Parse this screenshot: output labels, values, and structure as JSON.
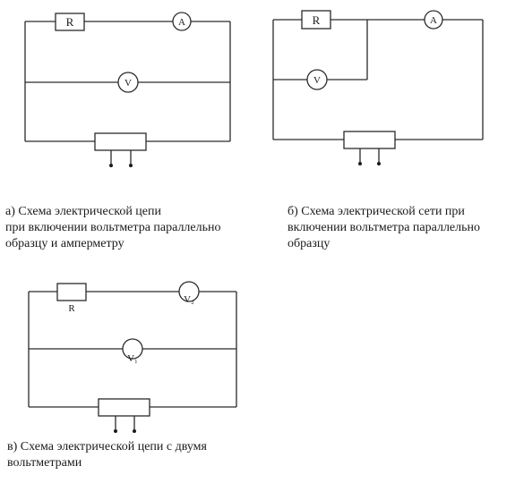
{
  "circuits": {
    "a": {
      "resistor": "R",
      "ammeter": "A",
      "voltmeter": "V",
      "caption": [
        "а) Схема электрической цепи",
        "при включении вольтметра параллельно",
        "образцу и амперметру"
      ]
    },
    "b": {
      "resistor": "R",
      "ammeter": "A",
      "voltmeter": "V",
      "caption": [
        "б) Схема электрической сети при",
        "включении вольтметра параллельно",
        "образцу"
      ]
    },
    "c": {
      "resistor": "R",
      "voltmeter2": "V₂",
      "voltmeter1": "V₁",
      "caption": [
        "в) Схема электрической цепи  с двумя",
        "вольтметрами"
      ]
    }
  }
}
